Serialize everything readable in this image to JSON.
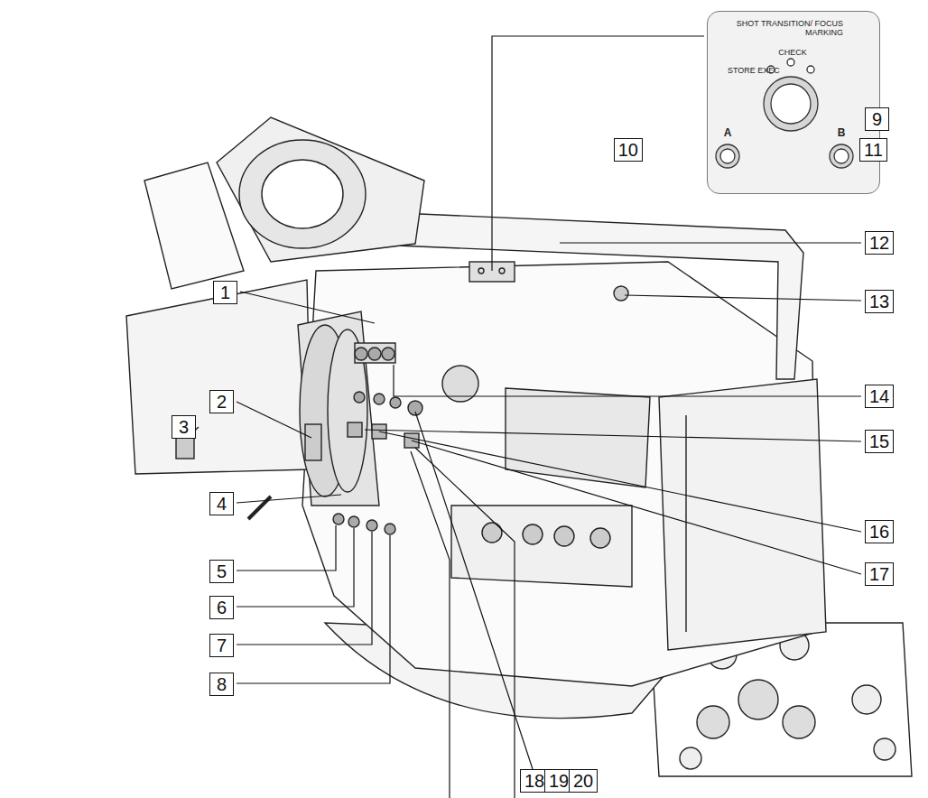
{
  "diagram": {
    "nodes": [
      {
        "text": [
          "SHOT TRANSITION/ FOCUS MARKING",
          "CHECK",
          "STORE EXEC",
          "A",
          "B"
        ]
      },
      {
        "text": [
          "9"
        ]
      },
      {
        "text": [
          "10"
        ]
      },
      {
        "text": [
          "11"
        ]
      },
      {
        "text": [
          "1"
        ]
      },
      {
        "text": [
          "12"
        ]
      },
      {
        "text": [
          "13"
        ]
      },
      {
        "text": [
          "2"
        ]
      },
      {
        "text": [
          "14"
        ]
      },
      {
        "text": [
          "3"
        ]
      },
      {
        "text": [
          "15"
        ]
      },
      {
        "text": [
          "4"
        ]
      },
      {
        "text": [
          "16"
        ]
      },
      {
        "text": [
          "5"
        ]
      },
      {
        "text": [
          "17"
        ]
      },
      {
        "text": [
          "6"
        ]
      },
      {
        "text": [
          "7"
        ]
      },
      {
        "text": [
          "8"
        ]
      },
      {
        "text": [
          "18"
        ]
      },
      {
        "text": [
          "19"
        ]
      },
      {
        "text": [
          "20"
        ]
      }
    ]
  }
}
